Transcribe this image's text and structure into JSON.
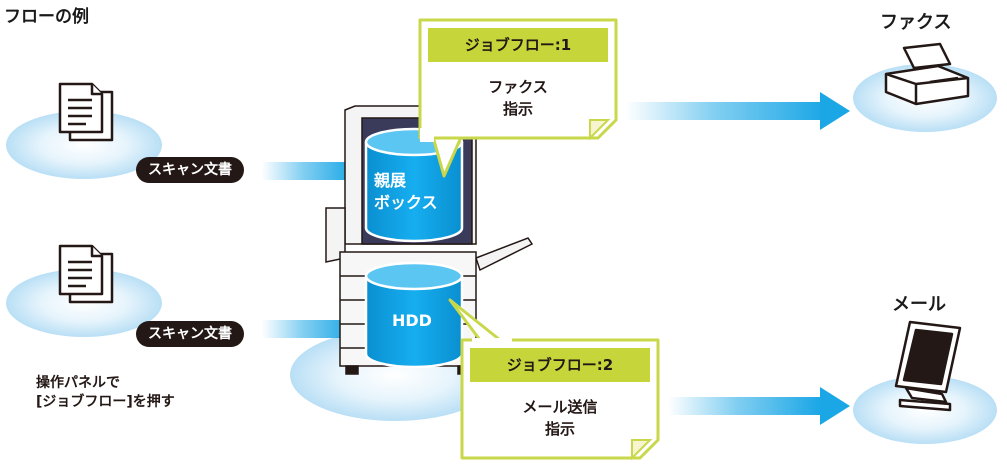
{
  "title": "フローの例",
  "destinations": {
    "fax": "ファクス",
    "mail": "メール"
  },
  "scan_labels": [
    "スキャン文書",
    "スキャン文書"
  ],
  "storage": {
    "box_line1": "親展",
    "box_line2": "ボックス",
    "hdd": "HDD"
  },
  "notes": [
    {
      "header": "ジョブフロー:1",
      "line1": "ファクス",
      "line2": "指示"
    },
    {
      "header": "ジョブフロー:2",
      "line1": "メール送信",
      "line2": "指示"
    }
  ],
  "instruction": {
    "line1": "操作パネルで",
    "line2": "[ジョブフロー]を押す"
  },
  "colors": {
    "cylinder": "#0aa0e0",
    "ellipse": "#cfeaf9",
    "arrow": "#1ba7e6",
    "note_header": "#c6d63a",
    "note_border": "#c9d84a",
    "pill": "#231815"
  }
}
